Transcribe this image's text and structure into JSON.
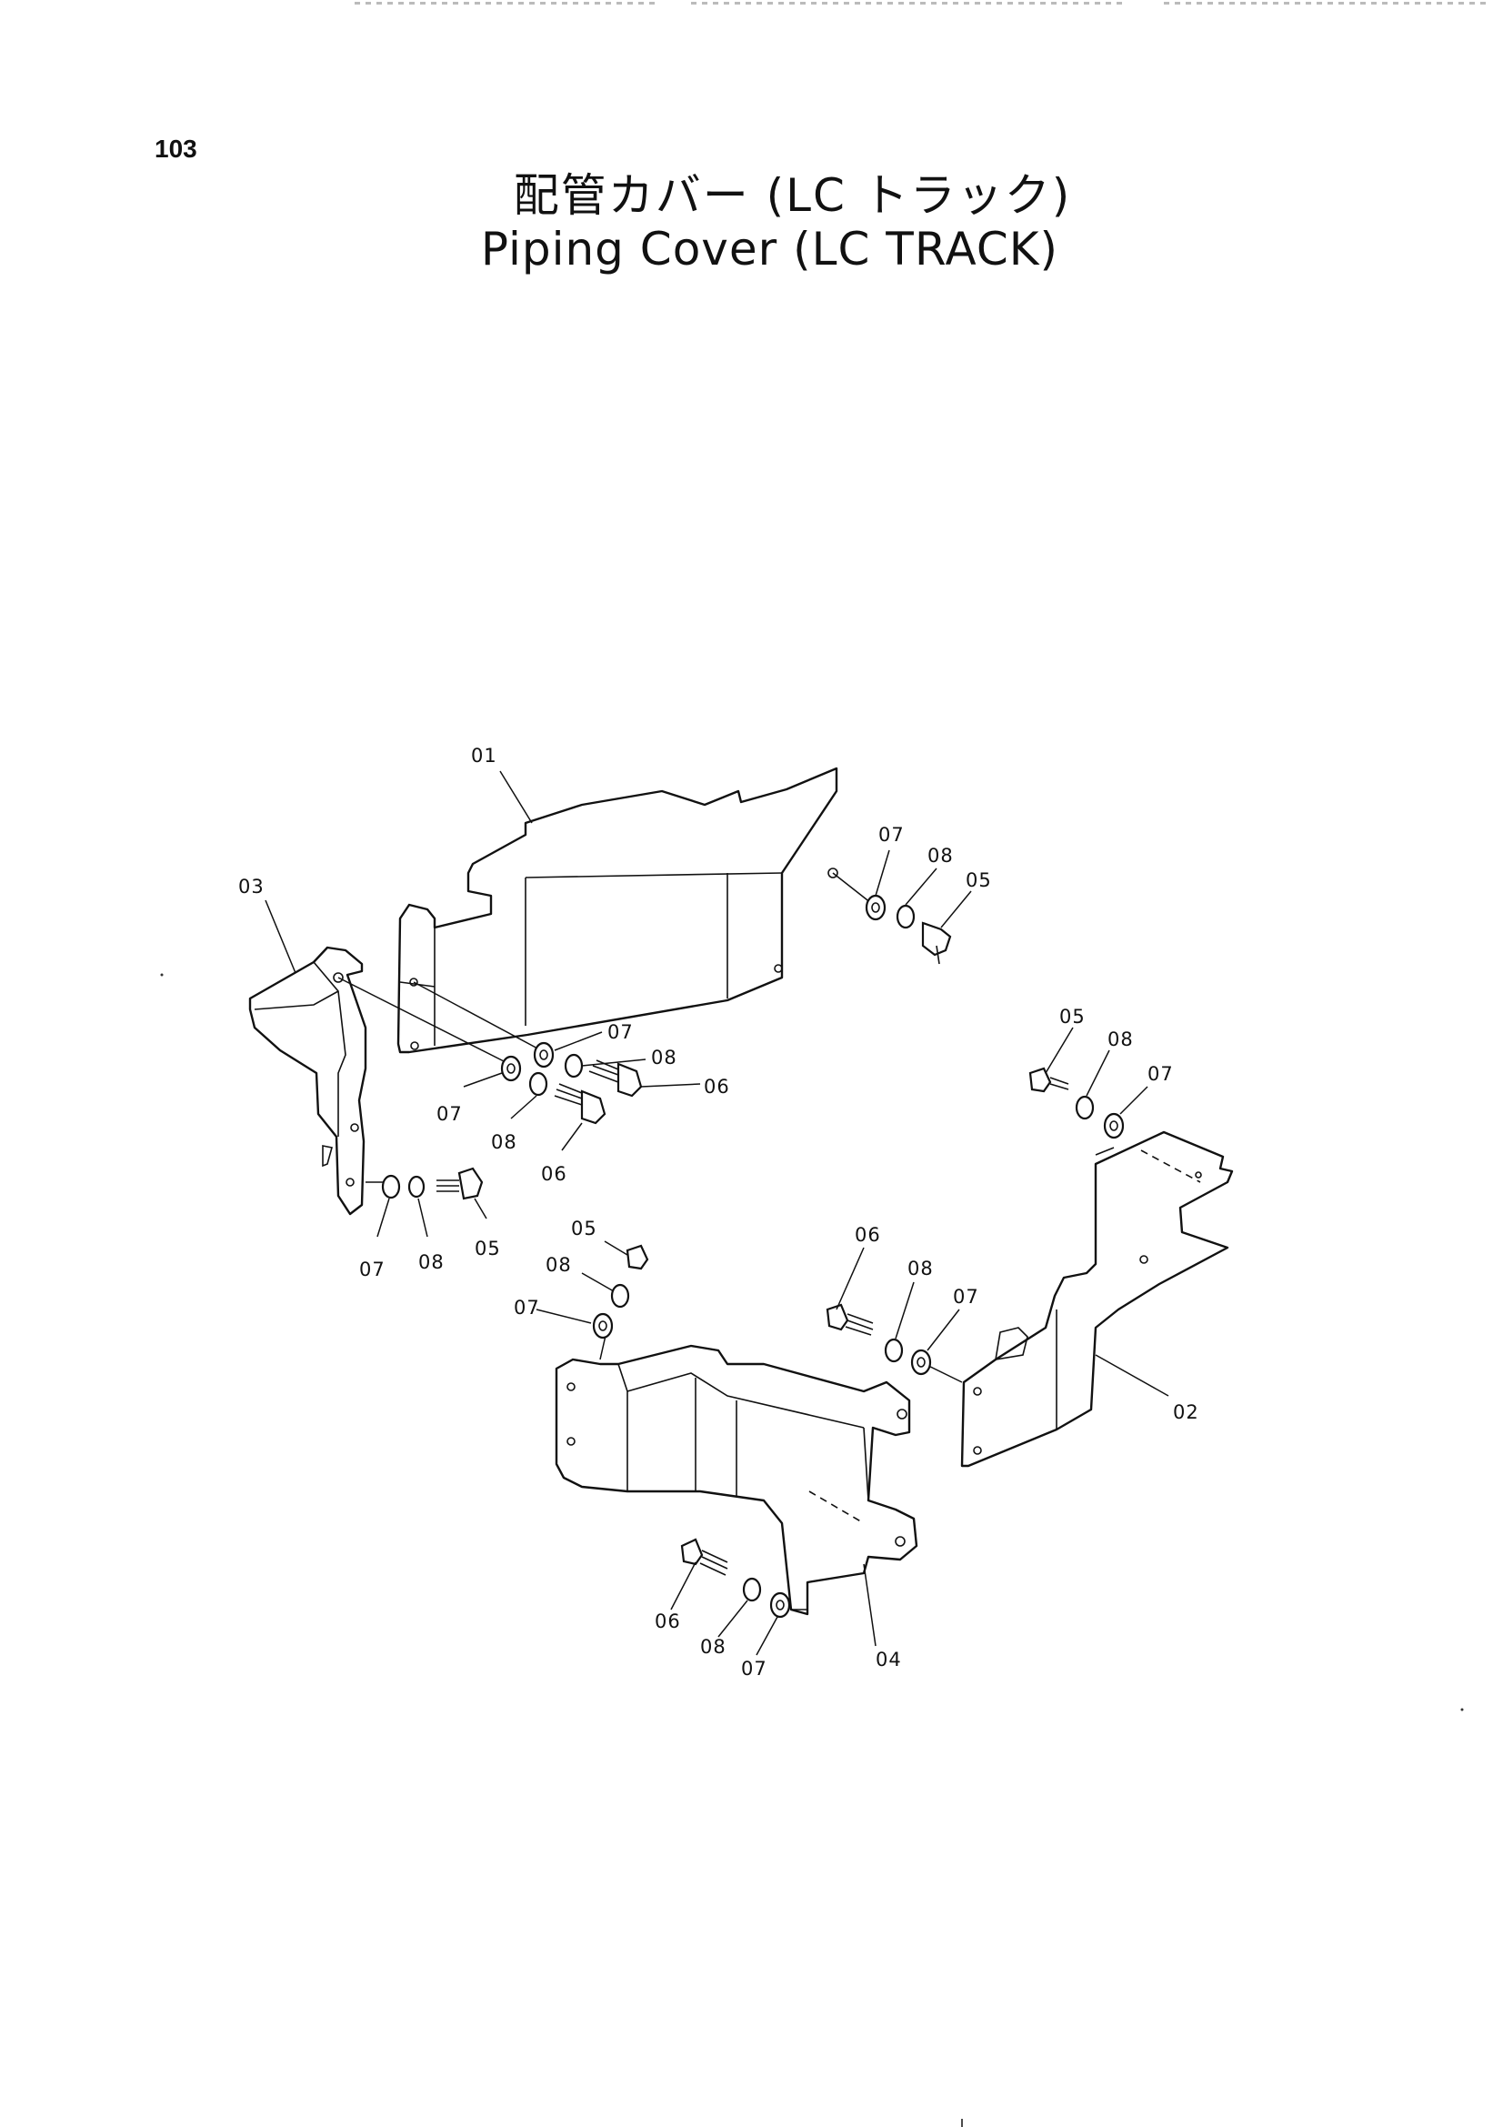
{
  "header": {
    "page_number": "103",
    "title_jp": "配管カバー (LC トラック)",
    "title_en": "Piping Cover (LC TRACK)"
  },
  "callouts": {
    "p01": "01",
    "p03": "03",
    "p07_a": "07",
    "p08_a": "08",
    "p05_a": "05",
    "p07_b": "07",
    "p08_b": "08",
    "p06_b": "06",
    "p07_c": "07",
    "p08_c": "08",
    "p06_c": "06",
    "p07_d": "07",
    "p08_d": "08",
    "p05_d": "05",
    "p05_e": "05",
    "p08_e": "08",
    "p07_e": "07",
    "p05_f": "05",
    "p08_f": "08",
    "p07_f": "07",
    "p06_g": "06",
    "p08_g": "08",
    "p07_g": "07",
    "p02": "02",
    "p06_h": "06",
    "p08_h": "08",
    "p07_h": "07",
    "p04": "04"
  }
}
